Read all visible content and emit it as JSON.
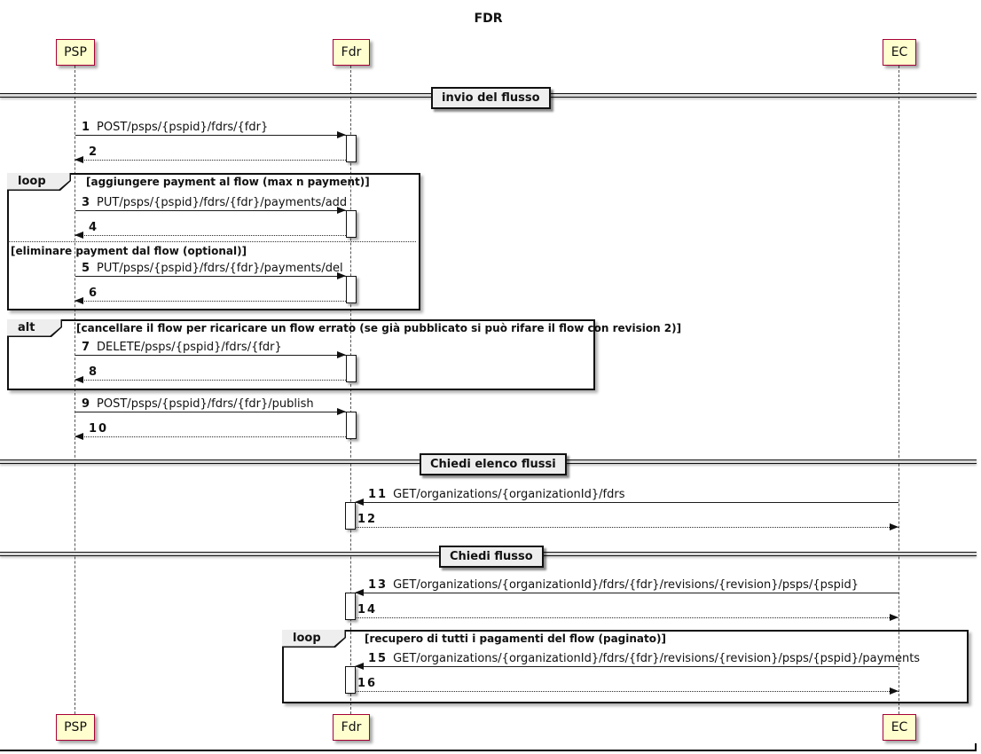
{
  "title": "FDR",
  "participants": [
    {
      "name": "PSP"
    },
    {
      "name": "Fdr"
    },
    {
      "name": "EC"
    }
  ],
  "dividers": [
    {
      "label": "invio del flusso"
    },
    {
      "label": "Chiedi elenco flussi"
    },
    {
      "label": "Chiedi flusso"
    }
  ],
  "frames": {
    "loop1": {
      "label": "loop",
      "guard": "[aggiungere payment al flow (max n payment)]",
      "separator_label": "[eliminare payment dal flow (optional)]"
    },
    "alt": {
      "label": "alt",
      "guard": "[cancellare il flow per ricaricare un flow errato (se già pubblicato si può rifare il flow con revision 2)]"
    },
    "loop2": {
      "label": "loop",
      "guard": "[recupero di tutti i pagamenti del flow (paginato)]"
    }
  },
  "messages": [
    {
      "num": "1",
      "label": "POST/psps/{pspid}/fdrs/{fdr}"
    },
    {
      "num": "2",
      "label": ""
    },
    {
      "num": "3",
      "label": "PUT/psps/{pspid}/fdrs/{fdr}/payments/add"
    },
    {
      "num": "4",
      "label": ""
    },
    {
      "num": "5",
      "label": "PUT/psps/{pspid}/fdrs/{fdr}/payments/del"
    },
    {
      "num": "6",
      "label": ""
    },
    {
      "num": "7",
      "label": "DELETE/psps/{pspid}/fdrs/{fdr}"
    },
    {
      "num": "8",
      "label": ""
    },
    {
      "num": "9",
      "label": "POST/psps/{pspid}/fdrs/{fdr}/publish"
    },
    {
      "num": "10",
      "label": ""
    },
    {
      "num": "11",
      "label": "GET/organizations/{organizationId}/fdrs"
    },
    {
      "num": "12",
      "label": ""
    },
    {
      "num": "13",
      "label": "GET/organizations/{organizationId}/fdrs/{fdr}/revisions/{revision}/psps/{pspid}"
    },
    {
      "num": "14",
      "label": ""
    },
    {
      "num": "15",
      "label": "GET/organizations/{organizationId}/fdrs/{fdr}/revisions/{revision}/psps/{pspid}/payments"
    },
    {
      "num": "16",
      "label": ""
    }
  ],
  "colors": {
    "participant_fill": "#FEFECE",
    "participant_border": "#A80036",
    "frame_border": "#111111",
    "divider_fill": "#EEEEEE"
  }
}
